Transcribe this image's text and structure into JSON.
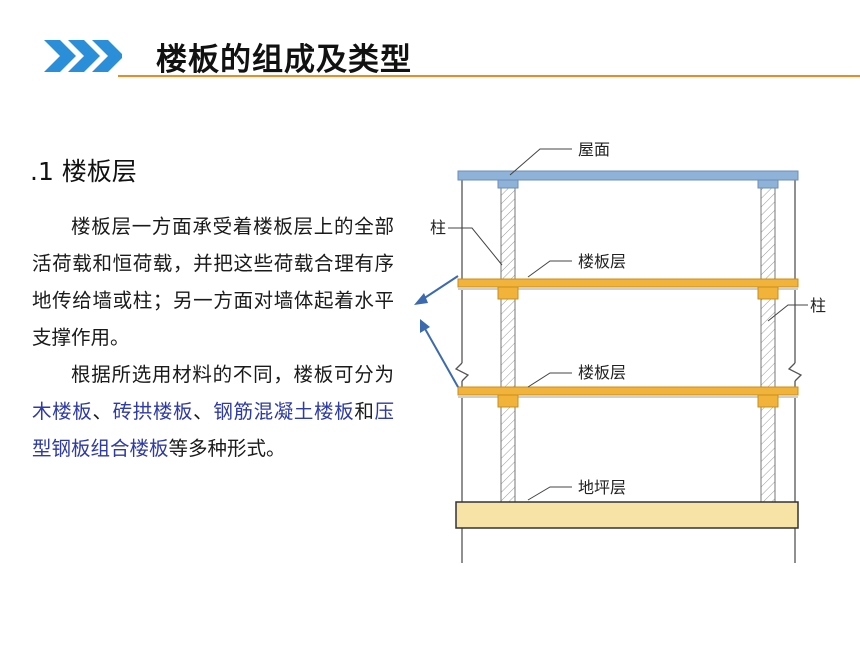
{
  "header": {
    "title": "楼板的组成及类型"
  },
  "section": {
    "heading": ".1 楼板层"
  },
  "paragraphs": {
    "p1": "楼板层一方面承受着楼板层上的全部活荷载和恒荷载，并把这些荷载合理有序地传给墙或柱；另一方面对墙体起着水平支撑作用。",
    "p2_start": "根据所选用材料的不同，楼板可分为",
    "type_wood": "木楼板",
    "sep1": "、",
    "type_brick": "砖拱楼板",
    "sep2": "、",
    "type_rc": "钢筋混凝土楼板",
    "conj": "和",
    "type_steel": "压型钢板组合楼板",
    "p2_end": "等多种形式。"
  },
  "diagram": {
    "labels": {
      "roof": "屋面",
      "column_left": "柱",
      "floor_upper": "楼板层",
      "column_right": "柱",
      "floor_lower": "楼板层",
      "ground": "地坪层"
    }
  },
  "colors": {
    "accent": "#f08a20",
    "chevron": "#2a8fd8",
    "highlight": "#2e3aa6",
    "slab_yellow": "#f1b33a",
    "roof_blue": "#8fb2d9",
    "ground_fill": "#f7e3a6",
    "arrow_blue": "#3c6ab0"
  }
}
